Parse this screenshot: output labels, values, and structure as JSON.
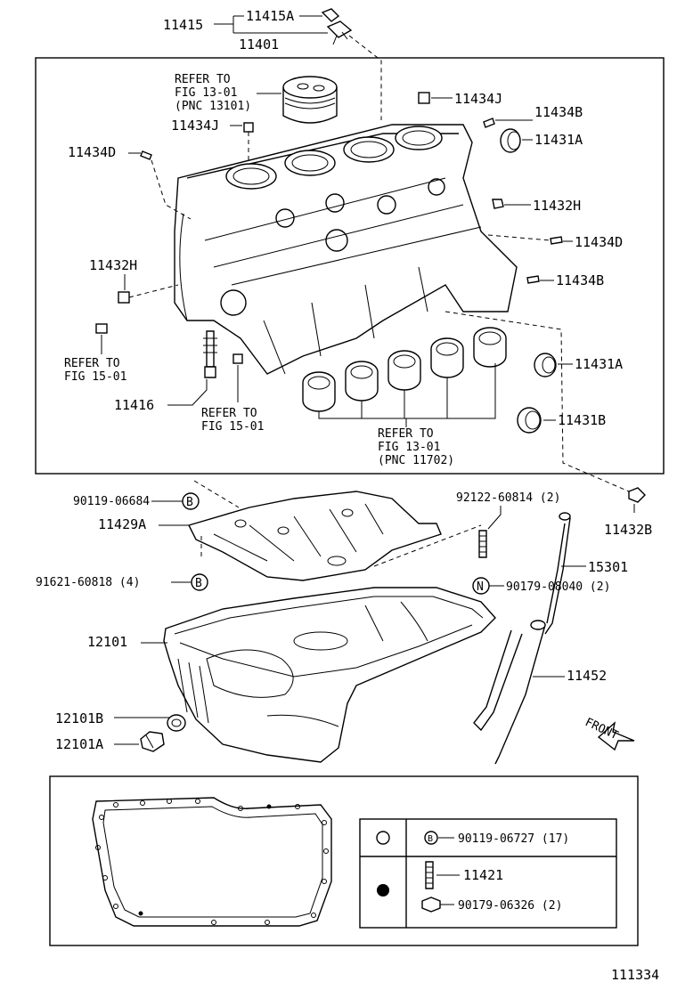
{
  "diagram_code": "111334",
  "labels": {
    "p11415": "11415",
    "p11415A": "11415A",
    "p11401": "11401",
    "p11434J_top": "11434J",
    "p11434J_left": "11434J",
    "p11434B_top": "11434B",
    "p11434B_right": "11434B",
    "p11431A_top": "11431A",
    "p11431A_mid": "11431A",
    "p11431B": "11431B",
    "p11434D_left": "11434D",
    "p11434D_right": "11434D",
    "p11432H_right": "11432H",
    "p11432H_left": "11432H",
    "p11432B": "11432B",
    "p11416": "11416",
    "p11429A": "11429A",
    "p12101": "12101",
    "p12101B": "12101B",
    "p12101A": "12101A",
    "p15301": "15301",
    "p11452": "11452",
    "p11421": "11421",
    "bolt_90119_06684": "90119-06684",
    "bolt_91621_60818": "91621-60818 (4)",
    "stud_92122_60814": "92122-60814 (2)",
    "nut_90179_08040": "90179-08040 (2)",
    "legend_90119_06727": "90119-06727 (17)",
    "legend_90179_06326": "90179-06326 (2)"
  },
  "markers": {
    "bolt_b": "B",
    "nut_n": "N"
  },
  "refs": {
    "piston": [
      "REFER TO",
      "FIG 13-01",
      "(PNC 13101)"
    ],
    "left_fig": [
      "REFER TO",
      "FIG 15-01"
    ],
    "mid_fig": [
      "REFER TO",
      "FIG 15-01"
    ],
    "bearings": [
      "REFER TO",
      "FIG 13-01",
      "(PNC 11702)"
    ]
  },
  "front_label": "FRONT"
}
